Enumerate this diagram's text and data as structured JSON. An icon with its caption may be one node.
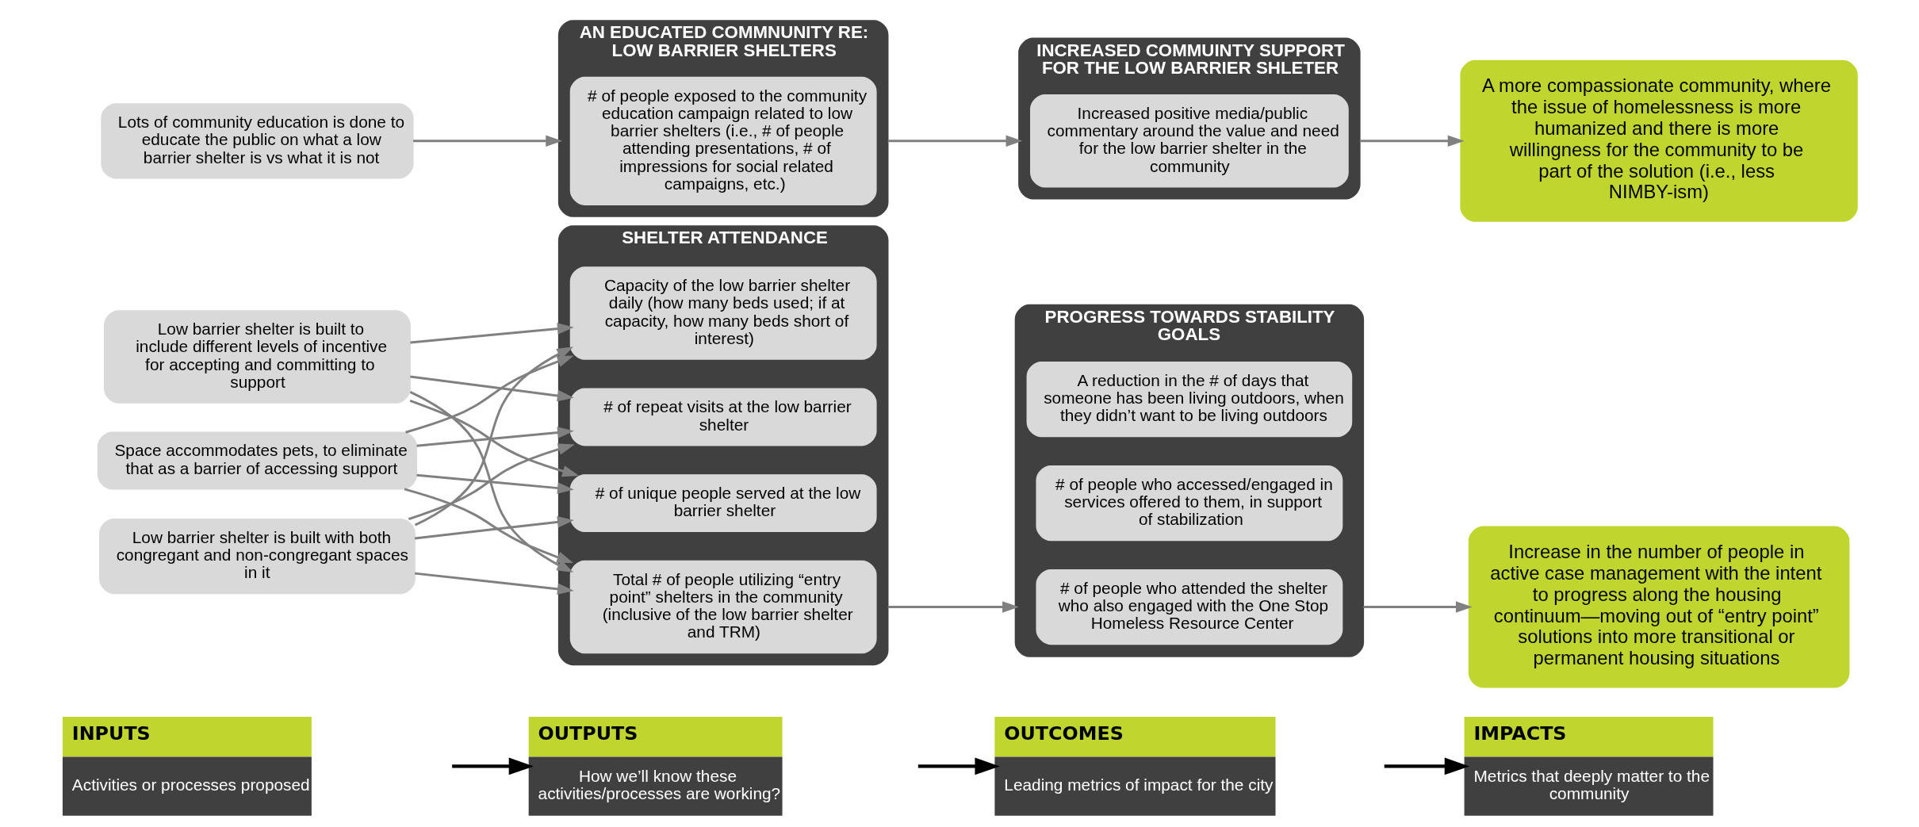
{
  "diagram": {
    "nodes": [
      {
        "text": [
          "INPUTS",
          "Activities or processes proposed"
        ]
      },
      {
        "text": [
          "OUTPUTS",
          "How we’ll know these activities/processes are working?"
        ]
      },
      {
        "text": [
          "OUTCOMES",
          "Leading metrics of impact for the city"
        ]
      },
      {
        "text": [
          "IMPACTS",
          "Metrics that deeply matter to the community"
        ]
      },
      {
        "text": [
          "Low barrier shelter is built with both congregant and non-congregant spaces in it"
        ]
      },
      {
        "text": [
          "Low barrier shelter is built to include different levels of incentive for accepting and committing to support"
        ]
      },
      {
        "text": [
          "Space accommodates pets, to eliminate that as a barrier of accessing support"
        ]
      },
      {
        "text": [
          "SHELTER ATTENDANCE"
        ]
      },
      {
        "text": [
          "Total # of people utilizing “entry point” shelters in the community (inclusive of the low barrier shelter and TRM)"
        ],
        "in": 7
      },
      {
        "text": [
          "# of unique people served at the low barrier shelter"
        ],
        "in": 7
      },
      {
        "text": [
          "# of repeat visits at the low barrier shelter"
        ],
        "in": 7
      },
      {
        "text": [
          "Capacity of the low barrier shelter daily (how many beds used; if at capacity, how many beds short of interest)"
        ],
        "in": 7
      },
      {
        "text": [
          "PROGRESS TOWARDS STABILITY GOALS"
        ]
      },
      {
        "text": [
          "# of people who attended the shelter who also engaged with the One Stop Homeless Resource Center"
        ],
        "in": 12
      },
      {
        "text": [
          "# of people who accessed/engaged in services offered to them, in support of stabilization"
        ],
        "in": 12
      },
      {
        "text": [
          "A reduction in the # of days that someone has been living outdoors, when they didn’t want to be living outdoors"
        ],
        "in": 12
      },
      {
        "text": [
          "Increase in the number of people in active case management with the intent to progress along the housing continuum—moving out of “entry point” solutions into more transitional or permanent housing situations"
        ]
      },
      {
        "text": [
          "Lots of community education is done to educate the public on what a low barrier shelter is vs what it is not"
        ]
      },
      {
        "text": [
          "AN EDUCATED COMMNUNITY RE: LOW BARRIER SHELTERS"
        ]
      },
      {
        "text": [
          "# of people exposed to the community education campaign related to low barrier shelters (i.e., # of people attending presentations, # of impressions for social related campaigns, etc.)"
        ],
        "in": 18
      },
      {
        "text": [
          "INCREASED COMMUINTY SUPPORT FOR THE LOW BARRIER SHLETER"
        ]
      },
      {
        "text": [
          "Increased positive media/public commentary around the value and need for the low barrier shelter in the community"
        ],
        "in": 20
      },
      {
        "text": [
          "A more compassionate community, where the issue of homelessness is more humanized and there is more willingness for the community to be part of the solution (i.e., less NIMBY-ism)"
        ]
      }
    ],
    "edges": [
      {
        "from": 0,
        "to": 1,
        "arrow": "to",
        "color": "#000000"
      },
      {
        "from": 1,
        "to": 2,
        "arrow": "to",
        "color": "#000000"
      },
      {
        "from": 2,
        "to": 3,
        "arrow": "to",
        "color": "#000000"
      },
      {
        "from": 4,
        "to": 8,
        "arrow": "to"
      },
      {
        "from": 4,
        "to": 9,
        "arrow": "to"
      },
      {
        "from": 4,
        "to": 10,
        "arrow": "to"
      },
      {
        "from": 4,
        "to": 11,
        "arrow": "to"
      },
      {
        "from": 5,
        "to": 8,
        "arrow": "to"
      },
      {
        "from": 5,
        "to": 9,
        "arrow": "to"
      },
      {
        "from": 5,
        "to": 10,
        "arrow": "to"
      },
      {
        "from": 5,
        "to": 11,
        "arrow": "to"
      },
      {
        "from": 6,
        "to": 8,
        "arrow": "to"
      },
      {
        "from": 6,
        "to": 9,
        "arrow": "to"
      },
      {
        "from": 6,
        "to": 10,
        "arrow": "to"
      },
      {
        "from": 6,
        "to": 11,
        "arrow": "to"
      },
      {
        "from": 7,
        "to": 12,
        "arrow": "to"
      },
      {
        "from": 12,
        "to": 16,
        "arrow": "to"
      },
      {
        "from": 17,
        "to": 18,
        "arrow": "to"
      },
      {
        "from": 18,
        "to": 20,
        "arrow": "to"
      },
      {
        "from": 20,
        "to": 22,
        "arrow": "to"
      }
    ]
  }
}
